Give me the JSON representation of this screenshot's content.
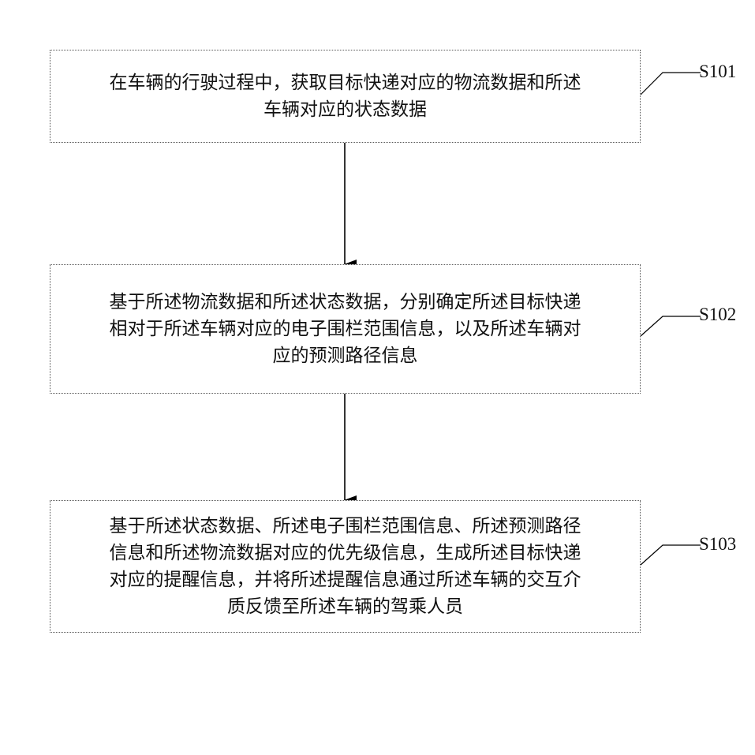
{
  "steps": [
    {
      "label": "S101",
      "lines": [
        "在车辆的行驶过程中，获取目标快递对应的物流数据和所述",
        "车辆对应的状态数据"
      ]
    },
    {
      "label": "S102",
      "lines": [
        "基于所述物流数据和所述状态数据，分别确定所述目标快递",
        "相对于所述车辆对应的电子围栏范围信息，以及所述车辆对",
        "应的预测路径信息"
      ]
    },
    {
      "label": "S103",
      "lines": [
        "基于所述状态数据、所述电子围栏范围信息、所述预测路径",
        "信息和所述物流数据对应的优先级信息，生成所述目标快递",
        "对应的提醒信息，并将所述提醒信息通过所述车辆的交互介",
        "质反馈至所述车辆的驾乘人员"
      ]
    }
  ]
}
